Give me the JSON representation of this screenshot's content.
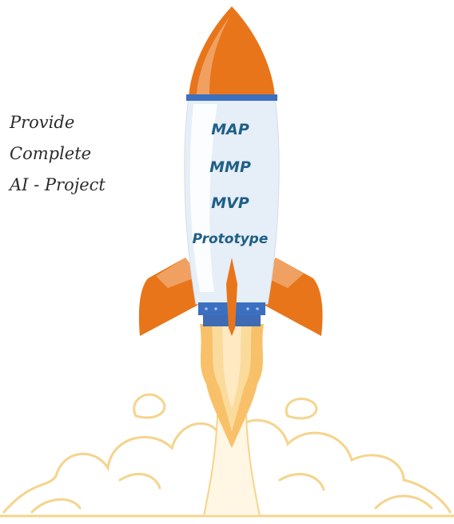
{
  "side_text": {
    "line1": "Provide",
    "line2": "Complete",
    "line3": "AI - Project"
  },
  "stages": {
    "map": "MAP",
    "mmp": "MMP",
    "mvp": "MVP",
    "prototype": "Prototype"
  },
  "colors": {
    "orange": "#e8751a",
    "orange_light": "#f0a060",
    "body": "#e6eef8",
    "band_blue": "#3b6fc0",
    "nozzle_blue": "#3f6ab4",
    "flame": "#f8c169",
    "smoke_outline": "#f5d48c",
    "label_text": "#1f5f86"
  }
}
